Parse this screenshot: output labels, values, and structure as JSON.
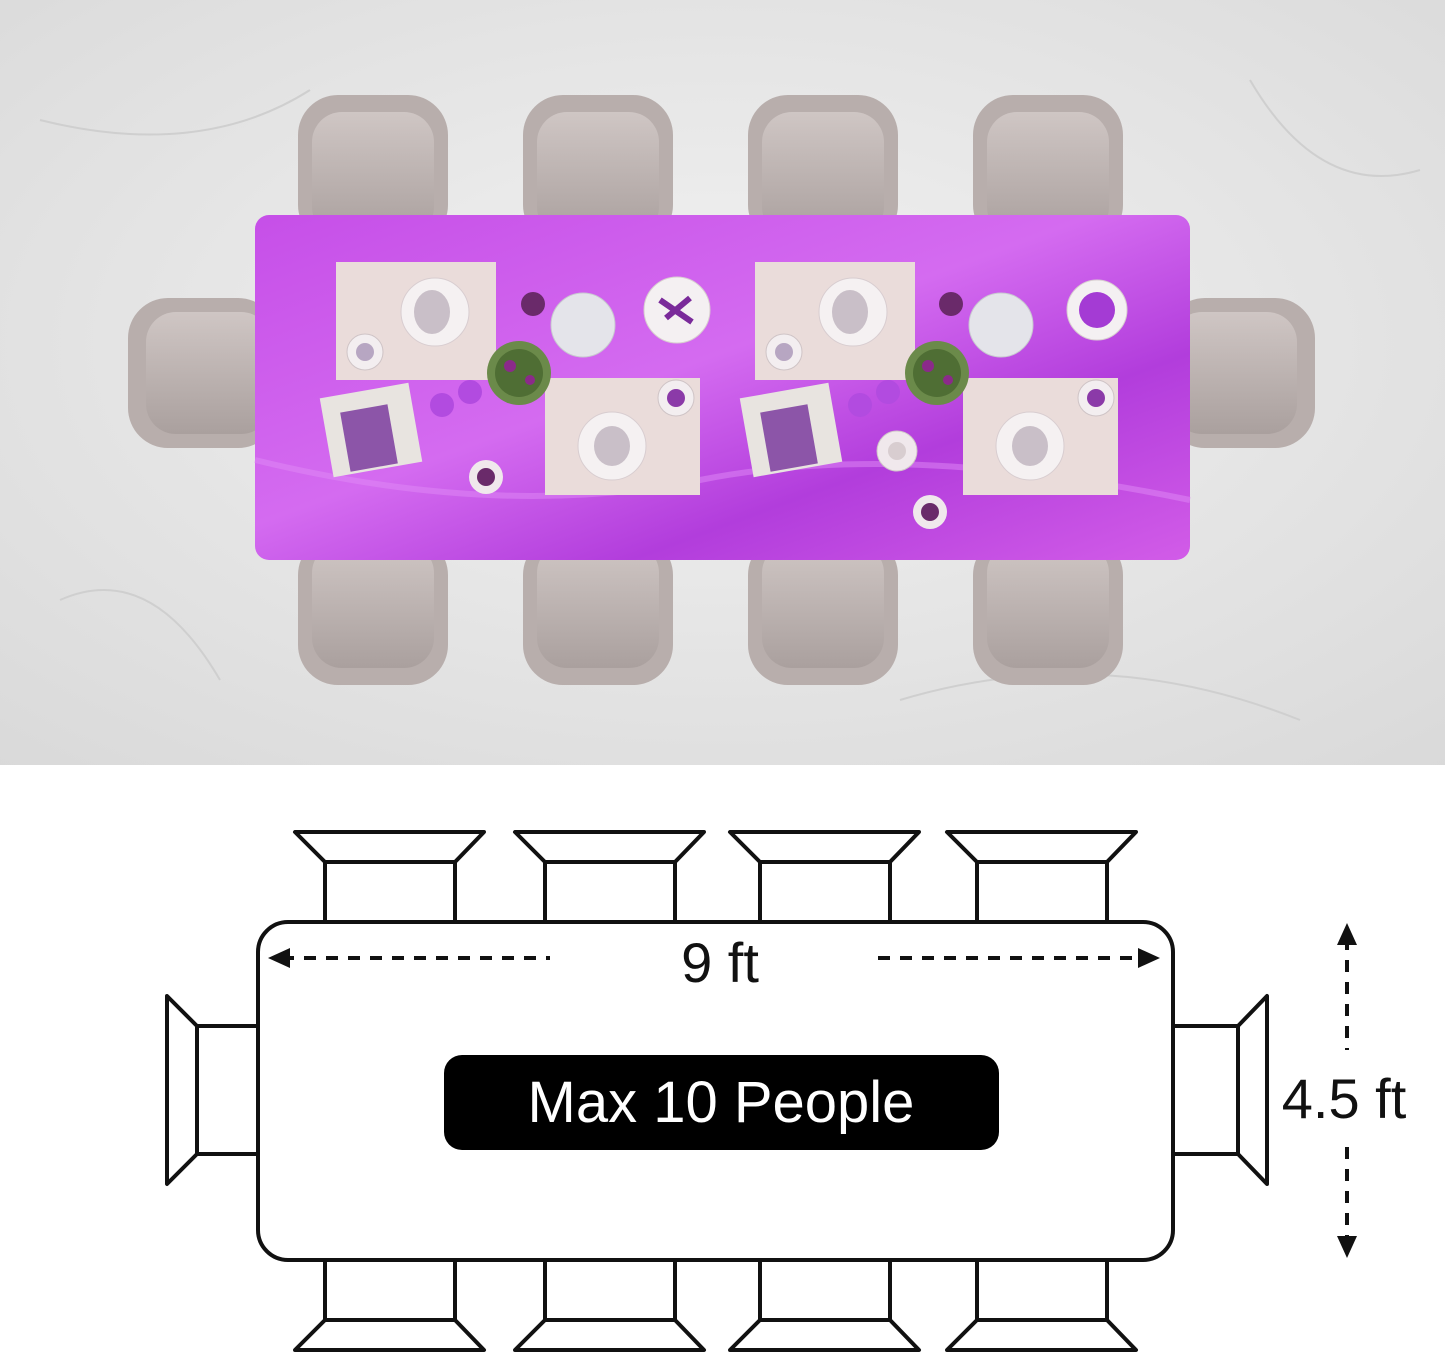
{
  "photo": {
    "tablecloth_color": "#c84be6",
    "tablecloth_color_dark": "#a72dd4",
    "tablecloth_highlight": "#e27ef5",
    "floor_color": "#e6e6e6",
    "chair_color": "#bdb3b3",
    "placemat_color": "#eadcda",
    "accent_purple": "#7a2a9a"
  },
  "diagram": {
    "length_label": "9 ft",
    "width_label": "4.5 ft",
    "capacity_label": "Max 10 People",
    "line_color": "#111111",
    "badge_color": "#000000"
  }
}
